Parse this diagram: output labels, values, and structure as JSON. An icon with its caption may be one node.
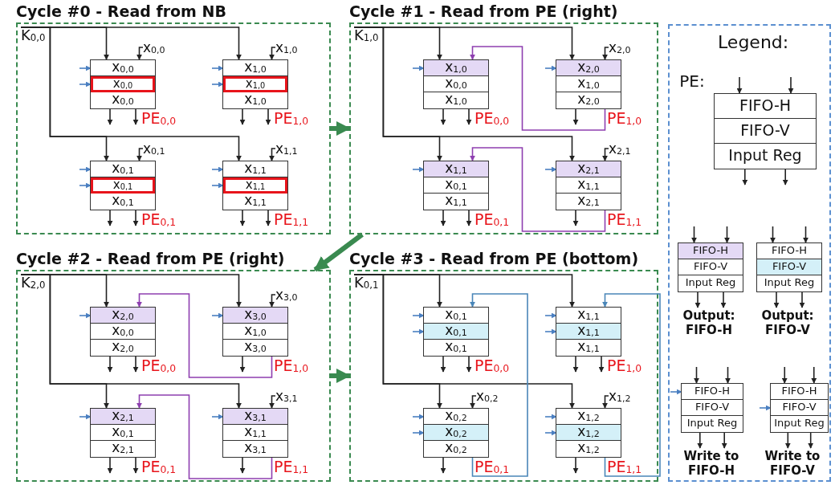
{
  "diagram": {
    "nodes": [
      {
        "text": [
          "Cycle #0 - Read from NB"
        ]
      },
      {
        "text": [
          "K$_{0,0}$"
        ],
        "in": 0
      },
      {
        "text": [
          "x$_{0,0}$"
        ],
        "in": 0
      },
      {
        "text": [],
        "shape": "box",
        "beside": [
          "PE$_{0,0}$"
        ],
        "in": 0
      },
      {
        "text": [
          "x$_{0,0}$"
        ],
        "in": 3
      },
      {
        "text": [
          "x$_{0,0}$"
        ],
        "in": 3
      },
      {
        "text": [
          "x$_{0,0}$"
        ],
        "in": 3
      },
      {
        "text": [
          "x$_{1,0}$"
        ],
        "in": 0
      },
      {
        "text": [],
        "shape": "box",
        "beside": [
          "PE$_{1,0}$"
        ],
        "in": 0
      },
      {
        "text": [
          "x$_{1,0}$"
        ],
        "in": 8
      },
      {
        "text": [
          "x$_{1,0}$"
        ],
        "in": 8
      },
      {
        "text": [
          "x$_{1,0}$"
        ],
        "in": 8
      },
      {
        "text": [
          "x$_{0,1}$"
        ],
        "in": 0
      },
      {
        "text": [],
        "shape": "box",
        "beside": [
          "PE$_{0,1}$"
        ],
        "in": 0
      },
      {
        "text": [
          "x$_{0,1}$"
        ],
        "in": 13
      },
      {
        "text": [
          "x$_{0,1}$"
        ],
        "in": 13
      },
      {
        "text": [
          "x$_{0,1}$"
        ],
        "in": 13
      },
      {
        "text": [
          "x$_{1,1}$"
        ],
        "in": 0
      },
      {
        "text": [],
        "shape": "box",
        "beside": [
          "PE$_{1,1}$"
        ],
        "in": 0
      },
      {
        "text": [
          "x$_{1,1}$"
        ],
        "in": 18
      },
      {
        "text": [
          "x$_{1,1}$"
        ],
        "in": 18
      },
      {
        "text": [
          "x$_{1,1}$"
        ],
        "in": 18
      },
      {
        "text": [
          "Cycle #1 - Read from PE (right)"
        ]
      },
      {
        "text": [
          "K$_{1,0}$"
        ],
        "in": 22
      },
      {
        "text": [],
        "shape": "box",
        "beside": [
          "PE$_{0,0}$"
        ],
        "in": 22
      },
      {
        "text": [
          "x$_{1,0}$"
        ],
        "in": 24
      },
      {
        "text": [
          "x$_{0,0}$"
        ],
        "in": 24
      },
      {
        "text": [
          "x$_{1,0}$"
        ],
        "in": 24
      },
      {
        "text": [
          "x$_{2,0}$"
        ],
        "in": 22
      },
      {
        "text": [],
        "shape": "box",
        "beside": [
          "PE$_{1,0}$"
        ],
        "in": 22
      },
      {
        "text": [
          "x$_{2,0}$"
        ],
        "in": 29
      },
      {
        "text": [
          "x$_{1,0}$"
        ],
        "in": 29
      },
      {
        "text": [
          "x$_{2,0}$"
        ],
        "in": 29
      },
      {
        "text": [],
        "shape": "box",
        "beside": [
          "PE$_{0,1}$"
        ],
        "in": 22
      },
      {
        "text": [
          "x$_{1,1}$"
        ],
        "in": 33
      },
      {
        "text": [
          "x$_{0,1}$"
        ],
        "in": 33
      },
      {
        "text": [
          "x$_{1,1}$"
        ],
        "in": 33
      },
      {
        "text": [
          "x$_{2,1}$"
        ],
        "in": 22
      },
      {
        "text": [],
        "shape": "box",
        "beside": [
          "PE$_{1,1}$"
        ],
        "in": 22
      },
      {
        "text": [
          "x$_{2,1}$"
        ],
        "in": 38
      },
      {
        "text": [
          "x$_{1,1}$"
        ],
        "in": 38
      },
      {
        "text": [
          "x$_{2,1}$"
        ],
        "in": 38
      },
      {
        "text": [
          "Cycle #2 - Read from PE (right)"
        ]
      },
      {
        "text": [
          "K$_{2,0}$"
        ],
        "in": 42
      },
      {
        "text": [],
        "shape": "box",
        "beside": [
          "PE$_{0,0}$"
        ],
        "in": 42
      },
      {
        "text": [
          "x$_{2,0}$"
        ],
        "in": 44
      },
      {
        "text": [
          "x$_{0,0}$"
        ],
        "in": 44
      },
      {
        "text": [
          "x$_{2,0}$"
        ],
        "in": 44
      },
      {
        "text": [
          "x$_{3,0}$"
        ],
        "in": 42
      },
      {
        "text": [],
        "shape": "box",
        "beside": [
          "PE$_{1,0}$"
        ],
        "in": 42
      },
      {
        "text": [
          "x$_{3,0}$"
        ],
        "in": 49
      },
      {
        "text": [
          "x$_{1,0}$"
        ],
        "in": 49
      },
      {
        "text": [
          "x$_{3,0}$"
        ],
        "in": 49
      },
      {
        "text": [],
        "shape": "box",
        "beside": [
          "PE$_{0,1}$"
        ],
        "in": 42
      },
      {
        "text": [
          "x$_{2,1}$"
        ],
        "in": 53
      },
      {
        "text": [
          "x$_{0,1}$"
        ],
        "in": 53
      },
      {
        "text": [
          "x$_{2,1}$"
        ],
        "in": 53
      },
      {
        "text": [
          "x$_{3,1}$"
        ],
        "in": 42
      },
      {
        "text": [],
        "shape": "box",
        "beside": [
          "PE$_{1,1}$"
        ],
        "in": 42
      },
      {
        "text": [
          "x$_{3,1}$"
        ],
        "in": 58
      },
      {
        "text": [
          "x$_{1,1}$"
        ],
        "in": 58
      },
      {
        "text": [
          "x$_{3,1}$"
        ],
        "in": 58
      },
      {
        "text": [
          "Cycle #3 - Read from PE (bottom)"
        ]
      },
      {
        "text": [
          "K$_{0,1}$"
        ],
        "in": 62
      },
      {
        "text": [],
        "shape": "box",
        "beside": [
          "PE$_{0,0}$"
        ],
        "in": 62
      },
      {
        "text": [
          "x$_{0,1}$"
        ],
        "in": 64
      },
      {
        "text": [
          "x$_{0,1}$"
        ],
        "in": 64
      },
      {
        "text": [
          "x$_{0,1}$"
        ],
        "in": 64
      },
      {
        "text": [],
        "shape": "box",
        "beside": [
          "PE$_{1,0}$"
        ],
        "in": 62
      },
      {
        "text": [
          "x$_{1,1}$"
        ],
        "in": 68
      },
      {
        "text": [
          "x$_{1,1}$"
        ],
        "in": 68
      },
      {
        "text": [
          "x$_{1,1}$"
        ],
        "in": 68
      },
      {
        "text": [
          "x$_{0,2}$"
        ],
        "in": 62
      },
      {
        "text": [],
        "shape": "box",
        "beside": [
          "PE$_{0,1}$"
        ],
        "in": 62
      },
      {
        "text": [
          "x$_{0,2}$"
        ],
        "in": 73
      },
      {
        "text": [
          "x$_{0,2}$"
        ],
        "in": 73
      },
      {
        "text": [
          "x$_{0,2}$"
        ],
        "in": 73
      },
      {
        "text": [
          "x$_{1,2}$"
        ],
        "in": 62
      },
      {
        "text": [],
        "shape": "box",
        "beside": [
          "PE$_{1,1}$"
        ],
        "in": 62
      },
      {
        "text": [
          "x$_{1,2}$"
        ],
        "in": 78
      },
      {
        "text": [
          "x$_{1,2}$"
        ],
        "in": 78
      },
      {
        "text": [
          "x$_{1,2}$"
        ],
        "in": 78
      },
      {
        "text": [
          "Legend:"
        ]
      },
      {
        "text": [],
        "shape": "box",
        "beside": [
          "PE:"
        ],
        "in": 82
      },
      {
        "text": [
          "FIFO-H"
        ],
        "in": 83
      },
      {
        "text": [
          "FIFO-V"
        ],
        "in": 83
      },
      {
        "text": [
          "Input Reg"
        ],
        "in": 83
      },
      {
        "text": [],
        "shape": "box",
        "beside": [
          "Output: FIFO-H"
        ],
        "in": 82
      },
      {
        "text": [
          "FIFO-H"
        ],
        "in": 87
      },
      {
        "text": [
          "FIFO-V"
        ],
        "in": 87
      },
      {
        "text": [
          "Input Reg"
        ],
        "in": 87
      },
      {
        "text": [],
        "shape": "box",
        "beside": [
          "Output: FIFO-V"
        ],
        "in": 82
      },
      {
        "text": [
          "FIFO-H"
        ],
        "in": 91
      },
      {
        "text": [
          "FIFO-V"
        ],
        "in": 91
      },
      {
        "text": [
          "Input Reg"
        ],
        "in": 91
      },
      {
        "text": [],
        "shape": "box",
        "beside": [
          "Write to FIFO-H"
        ],
        "in": 82
      },
      {
        "text": [
          "FIFO-H"
        ],
        "in": 95
      },
      {
        "text": [
          "FIFO-V"
        ],
        "in": 95
      },
      {
        "text": [
          "Input Reg"
        ],
        "in": 95
      },
      {
        "text": [],
        "shape": "box",
        "beside": [
          "Write to FIFO-V"
        ],
        "in": 82
      },
      {
        "text": [
          "FIFO-H"
        ],
        "in": 99
      },
      {
        "text": [
          "FIFO-V"
        ],
        "in": 99
      },
      {
        "text": [
          "Input Reg"
        ],
        "in": 99
      }
    ],
    "edges": [
      {
        "from": 0,
        "to": 22,
        "arrow": "to",
        "style": "thick",
        "color": "#3a8a50"
      },
      {
        "from": 22,
        "to": 42,
        "arrow": "to",
        "style": "thick",
        "color": "#3a8a50"
      },
      {
        "from": 42,
        "to": 62,
        "arrow": "to",
        "style": "thick",
        "color": "#3a8a50"
      },
      {
        "from": 1,
        "to": 3,
        "arrow": "to"
      },
      {
        "from": 1,
        "to": 8,
        "arrow": "to"
      },
      {
        "from": 1,
        "to": 13,
        "arrow": "to"
      },
      {
        "from": 1,
        "to": 18,
        "arrow": "to"
      },
      {
        "from": 2,
        "to": 3,
        "arrow": "to"
      },
      {
        "from": 7,
        "to": 8,
        "arrow": "to"
      },
      {
        "from": 12,
        "to": 13,
        "arrow": "to"
      },
      {
        "from": 17,
        "to": 18,
        "arrow": "to"
      },
      {
        "from": null,
        "to": 4,
        "arrow": "to",
        "color": "#4a7fc1"
      },
      {
        "from": null,
        "to": 5,
        "arrow": "to",
        "color": "#4a7fc1"
      },
      {
        "from": null,
        "to": 9,
        "arrow": "to",
        "color": "#4a7fc1"
      },
      {
        "from": null,
        "to": 10,
        "arrow": "to",
        "color": "#4a7fc1"
      },
      {
        "from": null,
        "to": 14,
        "arrow": "to",
        "color": "#4a7fc1"
      },
      {
        "from": null,
        "to": 15,
        "arrow": "to",
        "color": "#4a7fc1"
      },
      {
        "from": null,
        "to": 19,
        "arrow": "to",
        "color": "#4a7fc1"
      },
      {
        "from": null,
        "to": 20,
        "arrow": "to",
        "color": "#4a7fc1"
      },
      {
        "from": 6,
        "to": null,
        "arrow": "to"
      },
      {
        "from": 6,
        "to": null,
        "arrow": "to"
      },
      {
        "from": 11,
        "to": null,
        "arrow": "to"
      },
      {
        "from": 11,
        "to": null,
        "arrow": "to"
      },
      {
        "from": 16,
        "to": null,
        "arrow": "to"
      },
      {
        "from": 16,
        "to": null,
        "arrow": "to"
      },
      {
        "from": 21,
        "to": null,
        "arrow": "to"
      },
      {
        "from": 21,
        "to": null,
        "arrow": "to"
      },
      {
        "from": 23,
        "to": 24,
        "arrow": "to"
      },
      {
        "from": 23,
        "to": 29,
        "arrow": "to"
      },
      {
        "from": 23,
        "to": 33,
        "arrow": "to"
      },
      {
        "from": 23,
        "to": 38,
        "arrow": "to"
      },
      {
        "from": 28,
        "to": 29,
        "arrow": "to"
      },
      {
        "from": 37,
        "to": 38,
        "arrow": "to"
      },
      {
        "from": 29,
        "to": 24,
        "arrow": "to",
        "color": "#8e3fb0"
      },
      {
        "from": 38,
        "to": 33,
        "arrow": "to",
        "color": "#8e3fb0"
      },
      {
        "from": null,
        "to": 25,
        "arrow": "to",
        "color": "#4a7fc1"
      },
      {
        "from": null,
        "to": 30,
        "arrow": "to",
        "color": "#4a7fc1"
      },
      {
        "from": null,
        "to": 34,
        "arrow": "to",
        "color": "#4a7fc1"
      },
      {
        "from": null,
        "to": 39,
        "arrow": "to",
        "color": "#4a7fc1"
      },
      {
        "from": 27,
        "to": null,
        "arrow": "to"
      },
      {
        "from": 27,
        "to": null,
        "arrow": "to"
      },
      {
        "from": 32,
        "to": null,
        "arrow": "to"
      },
      {
        "from": 36,
        "to": null,
        "arrow": "to"
      },
      {
        "from": 36,
        "to": null,
        "arrow": "to"
      },
      {
        "from": 41,
        "to": null,
        "arrow": "to"
      },
      {
        "from": 43,
        "to": 44,
        "arrow": "to"
      },
      {
        "from": 43,
        "to": 49,
        "arrow": "to"
      },
      {
        "from": 43,
        "to": 53,
        "arrow": "to"
      },
      {
        "from": 43,
        "to": 58,
        "arrow": "to"
      },
      {
        "from": 48,
        "to": 49,
        "arrow": "to"
      },
      {
        "from": 57,
        "to": 58,
        "arrow": "to"
      },
      {
        "from": 49,
        "to": 44,
        "arrow": "to",
        "color": "#8e3fb0"
      },
      {
        "from": 58,
        "to": 53,
        "arrow": "to",
        "color": "#8e3fb0"
      },
      {
        "from": null,
        "to": 45,
        "arrow": "to",
        "color": "#4a7fc1"
      },
      {
        "from": null,
        "to": 50,
        "arrow": "to",
        "color": "#4a7fc1"
      },
      {
        "from": null,
        "to": 54,
        "arrow": "to",
        "color": "#4a7fc1"
      },
      {
        "from": null,
        "to": 59,
        "arrow": "to",
        "color": "#4a7fc1"
      },
      {
        "from": 47,
        "to": null,
        "arrow": "to"
      },
      {
        "from": 47,
        "to": null,
        "arrow": "to"
      },
      {
        "from": 52,
        "to": null,
        "arrow": "to"
      },
      {
        "from": 56,
        "to": null,
        "arrow": "to"
      },
      {
        "from": 56,
        "to": null,
        "arrow": "to"
      },
      {
        "from": 61,
        "to": null,
        "arrow": "to"
      },
      {
        "from": 63,
        "to": 64,
        "arrow": "to"
      },
      {
        "from": 63,
        "to": 68,
        "arrow": "to"
      },
      {
        "from": 63,
        "to": 73,
        "arrow": "to"
      },
      {
        "from": 63,
        "to": 78,
        "arrow": "to"
      },
      {
        "from": 72,
        "to": 73,
        "arrow": "to"
      },
      {
        "from": 77,
        "to": 78,
        "arrow": "to"
      },
      {
        "from": 73,
        "to": 64,
        "arrow": "to",
        "color": "#4a86b8"
      },
      {
        "from": 78,
        "to": 68,
        "arrow": "to",
        "color": "#4a86b8"
      },
      {
        "from": null,
        "to": 65,
        "arrow": "to",
        "color": "#4a7fc1"
      },
      {
        "from": null,
        "to": 66,
        "arrow": "to",
        "color": "#4a7fc1"
      },
      {
        "from": null,
        "to": 69,
        "arrow": "to",
        "color": "#4a7fc1"
      },
      {
        "from": null,
        "to": 70,
        "arrow": "to",
        "color": "#4a7fc1"
      },
      {
        "from": null,
        "to": 74,
        "arrow": "to",
        "color": "#4a7fc1"
      },
      {
        "from": null,
        "to": 75,
        "arrow": "to",
        "color": "#4a7fc1"
      },
      {
        "from": null,
        "to": 79,
        "arrow": "to",
        "color": "#4a7fc1"
      },
      {
        "from": null,
        "to": 80,
        "arrow": "to",
        "color": "#4a7fc1"
      },
      {
        "from": 67,
        "to": null,
        "arrow": "to"
      },
      {
        "from": 67,
        "to": null,
        "arrow": "to"
      },
      {
        "from": 71,
        "to": null,
        "arrow": "to"
      },
      {
        "from": 71,
        "to": null,
        "arrow": "to"
      },
      {
        "from": 76,
        "to": null,
        "arrow": "to"
      },
      {
        "from": 81,
        "to": null,
        "arrow": "to"
      },
      {
        "from": null,
        "to": 83,
        "arrow": "to"
      },
      {
        "from": null,
        "to": 83,
        "arrow": "to"
      },
      {
        "from": 86,
        "to": null,
        "arrow": "to"
      },
      {
        "from": 86,
        "to": null,
        "arrow": "to"
      },
      {
        "from": null,
        "to": 87,
        "arrow": "to"
      },
      {
        "from": null,
        "to": 87,
        "arrow": "to"
      },
      {
        "from": 90,
        "to": null,
        "arrow": "to"
      },
      {
        "from": 90,
        "to": null,
        "arrow": "to"
      },
      {
        "from": null,
        "to": 91,
        "arrow": "to"
      },
      {
        "from": null,
        "to": 91,
        "arrow": "to"
      },
      {
        "from": 94,
        "to": null,
        "arrow": "to"
      },
      {
        "from": 94,
        "to": null,
        "arrow": "to"
      },
      {
        "from": null,
        "to": 95,
        "arrow": "to"
      },
      {
        "from": null,
        "to": 95,
        "arrow": "to"
      },
      {
        "from": 98,
        "to": null,
        "arrow": "to"
      },
      {
        "from": 98,
        "to": null,
        "arrow": "to"
      },
      {
        "from": null,
        "to": 99,
        "arrow": "to"
      },
      {
        "from": null,
        "to": 99,
        "arrow": "to"
      },
      {
        "from": 102,
        "to": null,
        "arrow": "to"
      },
      {
        "from": 102,
        "to": null,
        "arrow": "to"
      },
      {
        "from": null,
        "to": 96,
        "arrow": "to",
        "color": "#4a7fc1"
      },
      {
        "from": null,
        "to": 101,
        "arrow": "to",
        "color": "#4a7fc1"
      }
    ]
  }
}
